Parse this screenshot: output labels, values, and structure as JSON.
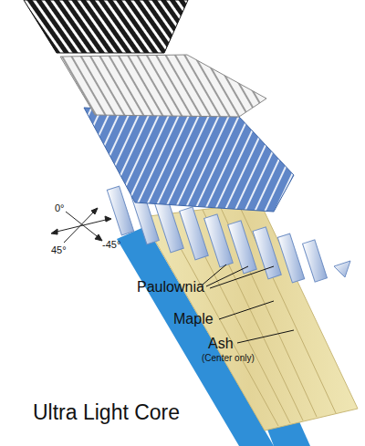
{
  "diagram": {
    "title": "Ultra Light Core",
    "labels": [
      "Paulownia",
      "Maple",
      "Ash",
      "(Center only)",
      "0°",
      "45°",
      "-45°"
    ]
  }
}
